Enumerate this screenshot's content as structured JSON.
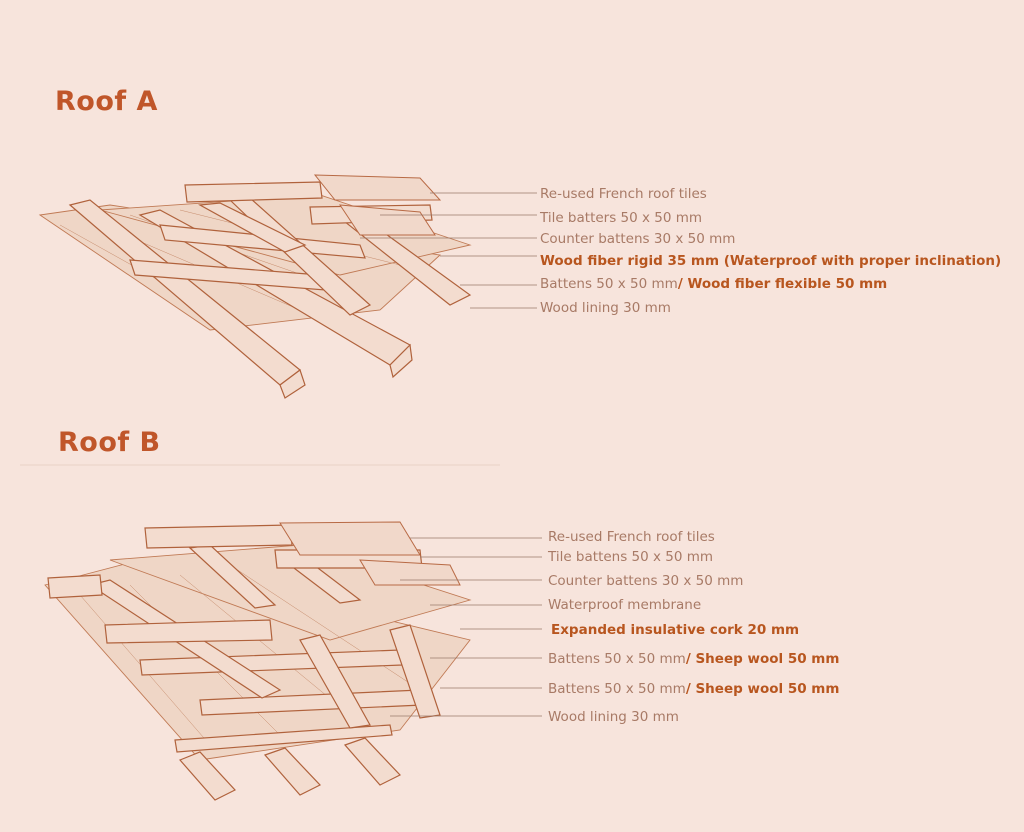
{
  "colors": {
    "background": "#f7e4dc",
    "title": "#c0562a",
    "label": "#a87a66",
    "label_bold": "#b8561f"
  },
  "roof_a": {
    "title": "Roof A",
    "labels": [
      {
        "text": "Re-used French roof tiles"
      },
      {
        "text": "Tile batters 50 x 50 mm"
      },
      {
        "text": "Counter battens 30 x 50 mm"
      },
      {
        "bold": "Wood fiber rigid 35 mm (Waterproof with proper inclination)"
      },
      {
        "text": "Battens 50 x 50 mm",
        "bold": "/ Wood fiber flexible 50 mm"
      },
      {
        "text": "Wood lining 30 mm"
      }
    ]
  },
  "roof_b": {
    "title": "Roof B",
    "labels": [
      {
        "text": "Re-used French roof tiles"
      },
      {
        "text": "Tile battens 50 x 50 mm"
      },
      {
        "text": "Counter battens 30 x 50 mm"
      },
      {
        "text": "Waterproof membrane"
      },
      {
        "bold": "Expanded insulative cork 20 mm"
      },
      {
        "text": "Battens 50 x 50 mm",
        "bold": "/ Sheep wool 50 mm"
      },
      {
        "text": "Battens 50 x 50 mm",
        "bold": "/ Sheep wool 50 mm"
      },
      {
        "text": "Wood lining 30 mm"
      }
    ]
  }
}
